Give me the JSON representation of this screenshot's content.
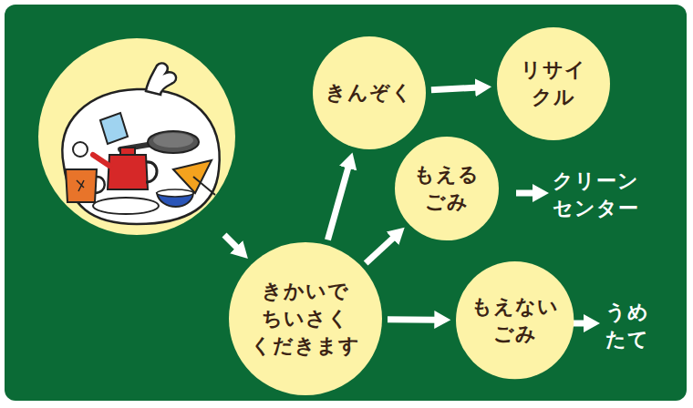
{
  "diagram": {
    "nodes": [
      {
        "text": [
          "きんぞく"
        ]
      },
      {
        "text": [
          "リサイ クル"
        ]
      },
      {
        "text": [
          "もえる ごみ"
        ]
      },
      {
        "text": [
          "きかいで ちいさく くだきます"
        ]
      },
      {
        "text": [
          "もえない ごみ"
        ]
      }
    ],
    "edges": [
      {
        "from": 3,
        "to": 0,
        "arrow": "to"
      },
      {
        "from": 3,
        "to": 2,
        "arrow": "to"
      },
      {
        "from": 3,
        "to": 4,
        "arrow": "to"
      },
      {
        "from": 0,
        "to": 1,
        "arrow": "to"
      }
    ],
    "labels": [
      "クリーン センター",
      "うめ たて"
    ]
  }
}
